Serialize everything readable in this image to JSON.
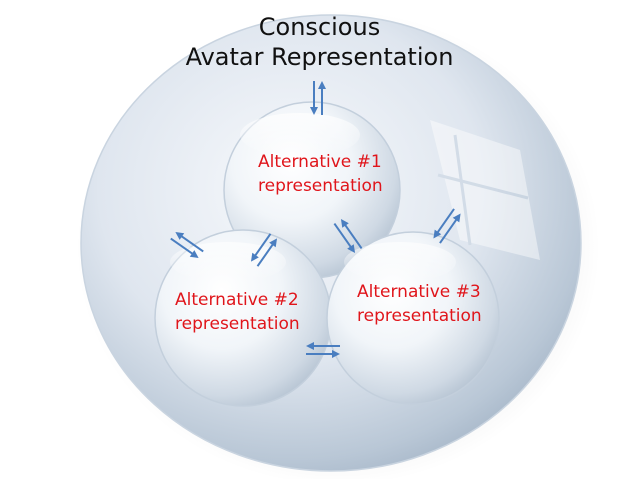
{
  "diagram": {
    "title": "Conscious\nAvatar Representation",
    "nodes": [
      {
        "id": "alt1",
        "label": "Alternative #1\nrepresentation"
      },
      {
        "id": "alt2",
        "label": "Alternative #2\nrepresentation"
      },
      {
        "id": "alt3",
        "label": "Alternative #3\nrepresentation"
      }
    ],
    "connections": [
      [
        "outer",
        "alt1"
      ],
      [
        "outer",
        "alt2"
      ],
      [
        "outer",
        "alt3"
      ],
      [
        "alt1",
        "alt2"
      ],
      [
        "alt1",
        "alt3"
      ],
      [
        "alt2",
        "alt3"
      ]
    ]
  },
  "colors": {
    "title": "#111111",
    "node_label": "#e0151b",
    "arrow": "#4a7ec0",
    "sphere_tint": "#b7c6d8"
  }
}
